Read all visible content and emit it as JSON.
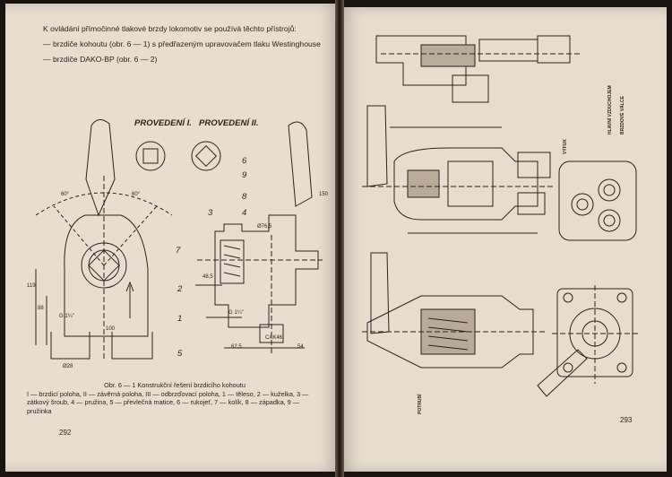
{
  "left_page": {
    "intro": "K ovládání přímočinné tlakové brzdy lokomotiv se používá těchto přístrojů:",
    "item1": "— brzdiče kohoutu (obr. 6 — 1) s předřazeným upravovačem tlaku Westinghouse",
    "item2": "— brzdiče DAKO-BP (obr. 6 — 2)",
    "variant1": "PROVEDENÍ I.",
    "variant2": "PROVEDENÍ II.",
    "caption_head": "Obr. 6 — 1  Konstrukční řešení brzdicího kohoutu",
    "caption_body": "I — brzdicí poloha, II — závěrná poloha, III — odbrzďovací poloha, 1 — těleso, 2 — kuželka, 3 — zátkový šroub, 4 — pružina, 5 — převlečná matice, 6 — rukojeť, 7 — kolík, 8 — západka, 9 — pružinka",
    "page_number": "292",
    "part_numbers": [
      "6",
      "9",
      "8",
      "4",
      "3",
      "7",
      "2",
      "1",
      "5"
    ],
    "dims": [
      "60°",
      "60°",
      "119",
      "88",
      "G 1¼\"",
      "Ø28",
      "100",
      "62,5",
      "54",
      "Ø76,5",
      "48,5",
      "G 1¼\"",
      "CAK46",
      "150"
    ]
  },
  "right_page": {
    "page_number": "293",
    "labels": [
      "VÝFUK",
      "HLAVNÍ VZDUCHOJEM",
      "BRZDOVÉ VÁLCE",
      "POTRUBÍ"
    ]
  }
}
